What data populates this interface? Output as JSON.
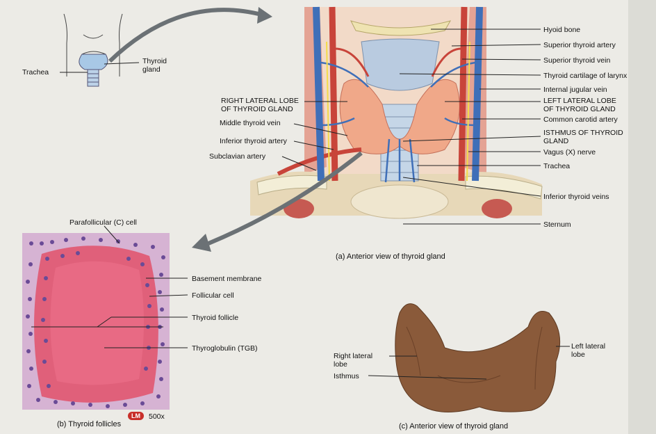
{
  "inset": {
    "thyroid_gland": "Thyroid\ngland",
    "trachea": "Trachea"
  },
  "panel_a": {
    "caption": "(a) Anterior view of thyroid gland",
    "right_labels": [
      "Hyoid bone",
      "Superior thyroid artery",
      "Superior thyroid vein",
      "Thyroid cartilage of larynx",
      "Internal jugular vein",
      "LEFT LATERAL LOBE\nOF THYROID GLAND",
      "Common carotid artery",
      "ISTHMUS OF THYROID\nGLAND",
      "Vagus (X) nerve",
      "Trachea",
      "Inferior thyroid veins",
      "Sternum"
    ],
    "left_labels": [
      "RIGHT LATERAL LOBE\nOF THYROID GLAND",
      "Middle thyroid vein",
      "Inferior thyroid artery",
      "Subclavian artery"
    ]
  },
  "panel_b": {
    "caption": "(b) Thyroid follicles",
    "labels": [
      "Parafollicular (C) cell",
      "Basement membrane",
      "Follicular cell",
      "Thyroid follicle",
      "Thyroglobulin (TGB)"
    ],
    "lm_badge": "LM",
    "magnification": "500x"
  },
  "panel_c": {
    "caption": "(c) Anterior view of thyroid gland",
    "labels": [
      "Right lateral\nlobe",
      "Isthmus",
      "Left lateral\nlobe"
    ]
  },
  "colors": {
    "artery": "#c8443a",
    "vein": "#3f6fb8",
    "gland": "#f0a889",
    "cartilage": "#b9cbe0",
    "colloid": "#e0607a",
    "specimen": "#8a5a3a"
  }
}
